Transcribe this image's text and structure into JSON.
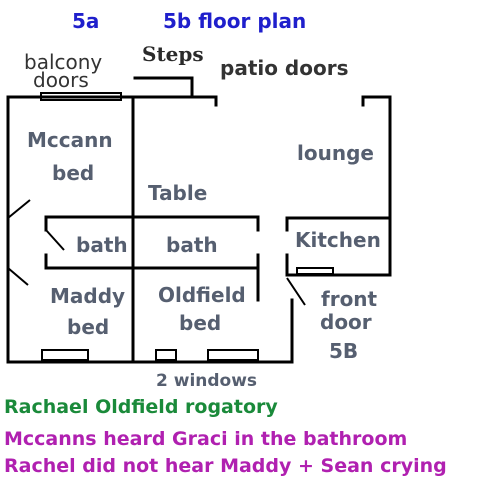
{
  "header": {
    "left": "5a",
    "right": "5b floor plan"
  },
  "labels": {
    "balcony": "balcony",
    "balcony_doors": "doors",
    "steps": "Steps",
    "patio_doors": "patio doors",
    "mccann": "Mccann",
    "mccann_bed": "bed",
    "lounge": "lounge",
    "table": "Table",
    "bath_5a": "bath",
    "bath_5b": "bath",
    "kitchen": "Kitchen",
    "maddy": "Maddy",
    "maddy_bed": "bed",
    "oldfield": "Oldfield",
    "oldfield_bed": "bed",
    "front": "front",
    "door": "door",
    "unit": "5B",
    "windows": "2  windows"
  },
  "captions": [
    {
      "text": "Rachael Oldfield rogatory",
      "color": "#1a8a3a"
    },
    {
      "text": "Mccanns heard Graci in the bathroom",
      "color": "#b020b0"
    },
    {
      "text": "Rachel did not hear Maddy + Sean crying",
      "color": "#b020b0"
    }
  ],
  "colors": {
    "heading": "#1f1fcc",
    "room": "#565f70",
    "wall": "#000000"
  }
}
